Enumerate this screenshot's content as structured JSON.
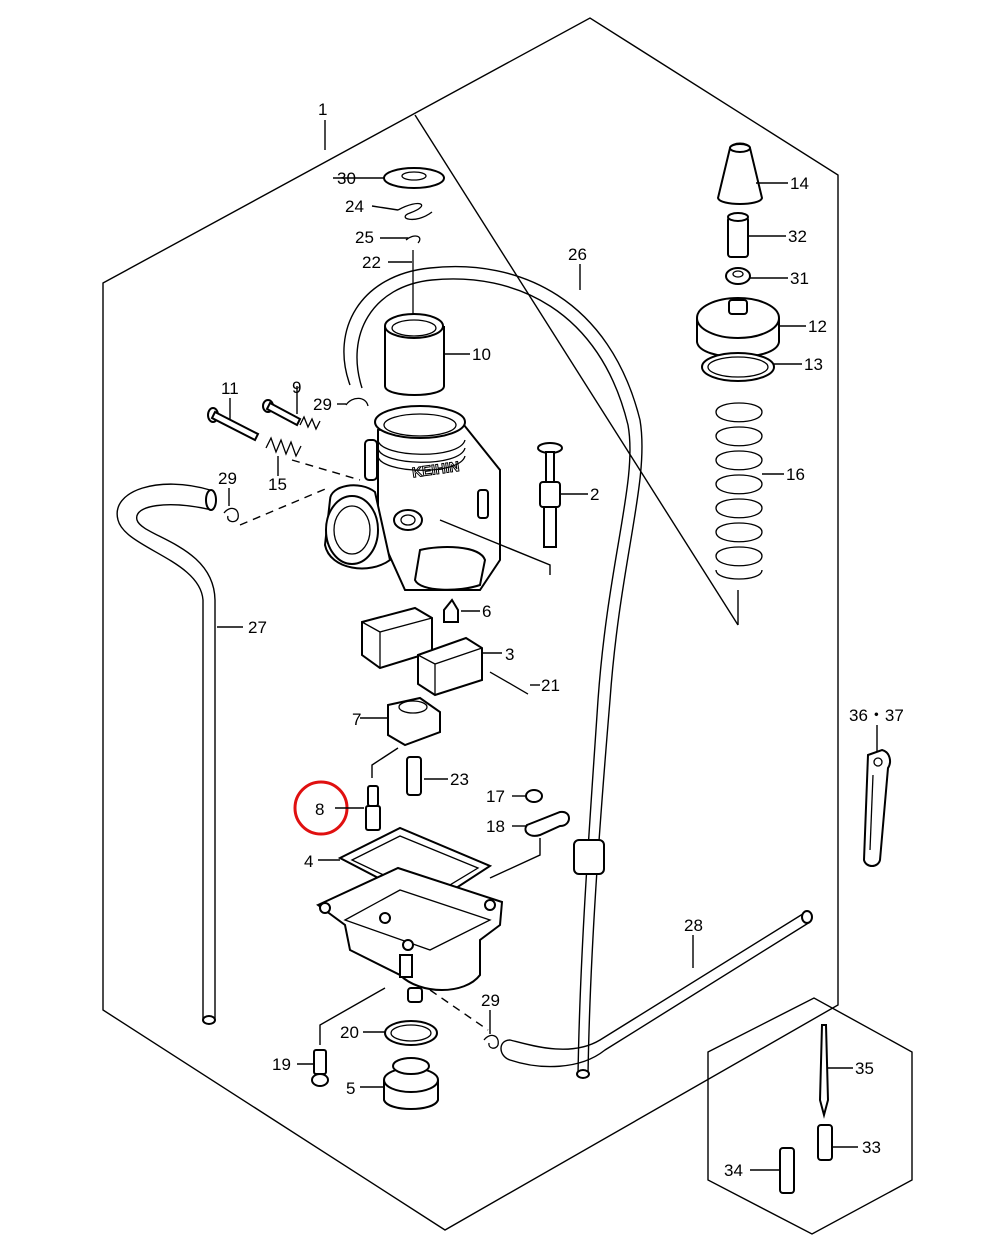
{
  "diagram": {
    "highlight_color": "#e01010",
    "line_color": "#000000",
    "background": "#ffffff"
  },
  "callouts": [
    {
      "text": "1"
    },
    {
      "text": "2"
    },
    {
      "text": "3"
    },
    {
      "text": "4"
    },
    {
      "text": "5"
    },
    {
      "text": "6"
    },
    {
      "text": "7"
    },
    {
      "text": "8"
    },
    {
      "text": "9"
    },
    {
      "text": "10"
    },
    {
      "text": "11"
    },
    {
      "text": "12"
    },
    {
      "text": "13"
    },
    {
      "text": "14"
    },
    {
      "text": "15"
    },
    {
      "text": "16"
    },
    {
      "text": "17"
    },
    {
      "text": "18"
    },
    {
      "text": "19"
    },
    {
      "text": "20"
    },
    {
      "text": "21"
    },
    {
      "text": "22"
    },
    {
      "text": "23"
    },
    {
      "text": "24"
    },
    {
      "text": "25"
    },
    {
      "text": "26"
    },
    {
      "text": "27"
    },
    {
      "text": "28"
    },
    {
      "text": "29"
    },
    {
      "text": "29"
    },
    {
      "text": "29"
    },
    {
      "text": "30"
    },
    {
      "text": "31"
    },
    {
      "text": "32"
    },
    {
      "text": "33"
    },
    {
      "text": "34"
    },
    {
      "text": "35"
    },
    {
      "text": "36・37"
    }
  ]
}
